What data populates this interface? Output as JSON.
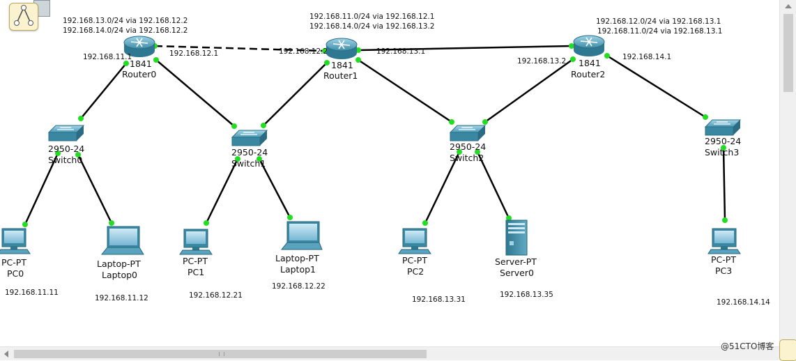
{
  "routes": {
    "router0_line1": "192.168.13.0/24 via 192.168.12.2",
    "router0_line2": "192.168.14.0/24 via 192.168.12.2",
    "router1_line1": "192.168.11.0/24 via 192.168.12.1",
    "router1_line2": "192.168.14.0/24 via 192.168.13.2",
    "router2_line1": "192.168.12.0/24 via 192.168.13.1",
    "router2_line2": "192.168.11.0/24 via 192.168.13.1"
  },
  "interfaces": {
    "r0_lan": "192.168.11.1",
    "r0_wan": "192.168.12.1",
    "r1_left": "192.168.12.2",
    "r1_right": "192.168.13.1",
    "r2_left": "192.168.13.2",
    "r2_lan": "192.168.14.1"
  },
  "devices": {
    "router0": {
      "model": "1841",
      "name": "Router0"
    },
    "router1": {
      "model": "1841",
      "name": "Router1"
    },
    "router2": {
      "model": "1841",
      "name": "Router2"
    },
    "switch0": {
      "model": "2950-24",
      "name": "Switch0"
    },
    "switch1": {
      "model": "2950-24",
      "name": "Switch1"
    },
    "switch2": {
      "model": "2950-24",
      "name": "Switch2"
    },
    "switch3": {
      "model": "2950-24",
      "name": "Switch3"
    },
    "pc0": {
      "model": "PC-PT",
      "name": "PC0",
      "ip": "192.168.11.11"
    },
    "laptop0": {
      "model": "Laptop-PT",
      "name": "Laptop0",
      "ip": "192.168.11.12"
    },
    "pc1": {
      "model": "PC-PT",
      "name": "PC1",
      "ip": "192.168.12.21"
    },
    "laptop1": {
      "model": "Laptop-PT",
      "name": "Laptop1",
      "ip": "192.168.12.22"
    },
    "pc2": {
      "model": "PC-PT",
      "name": "PC2",
      "ip": "192.168.13.31"
    },
    "server0": {
      "model": "Server-PT",
      "name": "Server0",
      "ip": "192.168.13.35"
    },
    "pc3": {
      "model": "PC-PT",
      "name": "PC3",
      "ip": "192.168.14.14"
    }
  },
  "watermark": "@51CTO博客",
  "icons": {
    "toolbar": "network-diagram-icon",
    "router": "router-icon",
    "switch": "switch-icon",
    "pc": "desktop-pc-icon",
    "laptop": "laptop-icon",
    "server": "server-icon"
  },
  "colors": {
    "link": "#000000",
    "port_up": "#22dd22",
    "device_blue": "#3f8da8"
  }
}
